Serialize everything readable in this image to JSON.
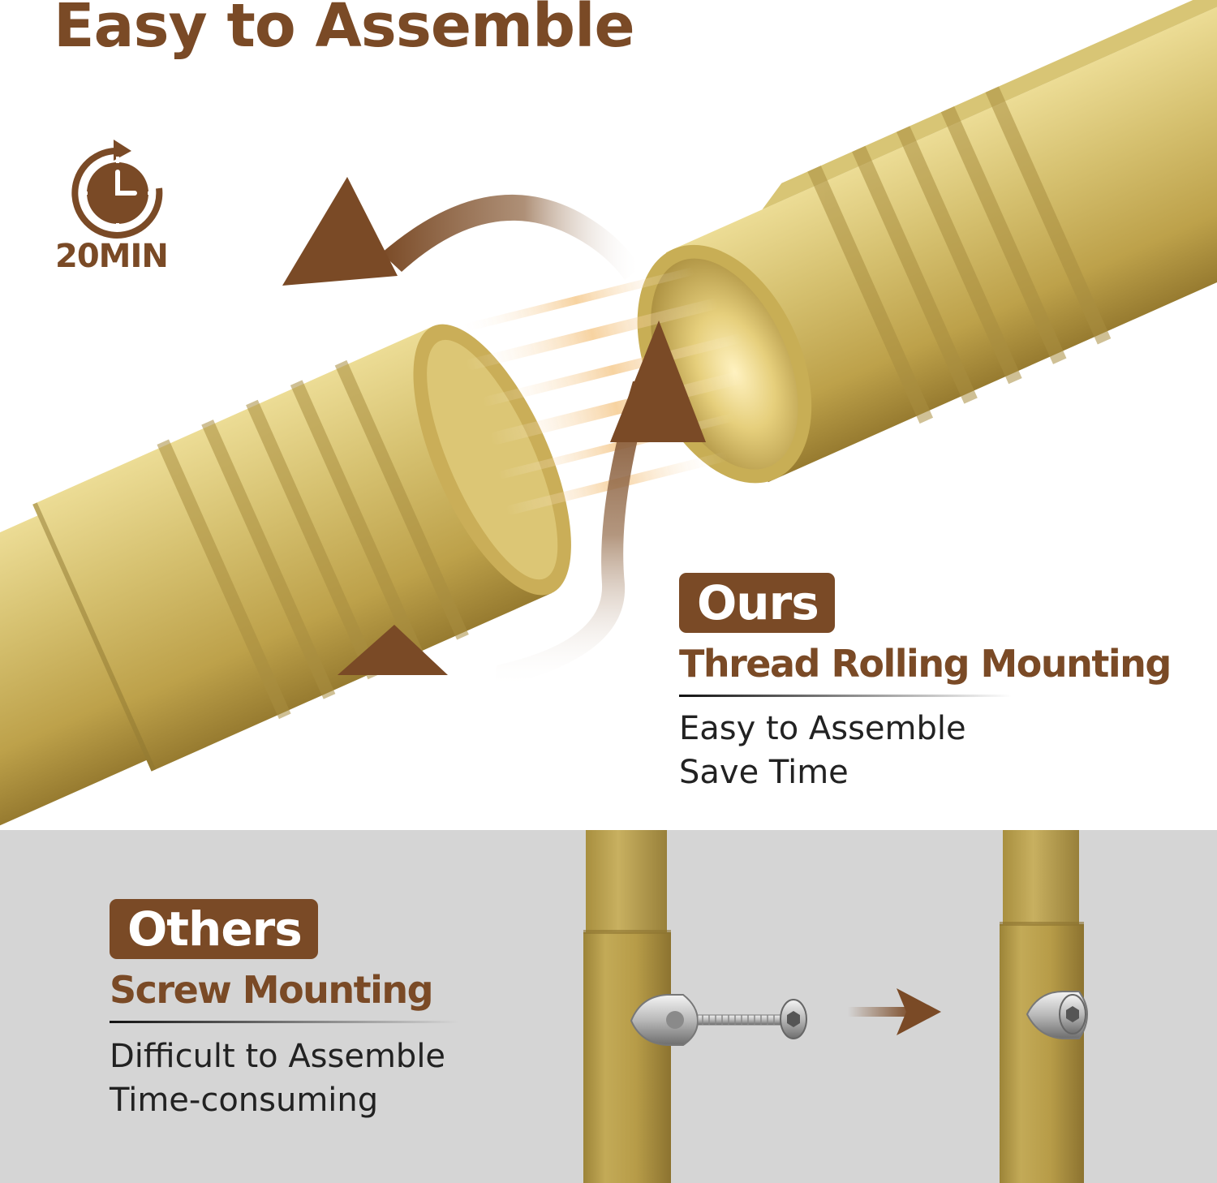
{
  "colors": {
    "brown": "#7a4a26",
    "gold_light": "#d9c97c",
    "gold_mid": "#bfa24b",
    "gold_dark": "#8e7630",
    "band_gray": "#d5d5d5",
    "white": "#ffffff"
  },
  "headline": "Easy to Assemble",
  "clock": {
    "icon": "clock-timer-icon",
    "caption": "20MIN"
  },
  "ours": {
    "tag": "Ours",
    "subhead": "Thread Rolling Mounting",
    "points": [
      "Easy to Assemble",
      "Save Time"
    ]
  },
  "others": {
    "tag": "Others",
    "subhead": "Screw Mounting",
    "points": [
      "Difficult to Assemble",
      "Time-consuming"
    ]
  }
}
